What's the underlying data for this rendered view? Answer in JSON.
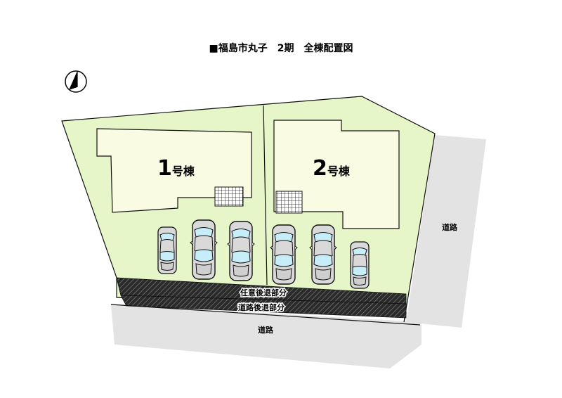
{
  "title": "■福島市丸子　2期　全棟配置図",
  "buildings": [
    {
      "number": "1",
      "suffix": "号棟"
    },
    {
      "number": "2",
      "suffix": "号棟"
    }
  ],
  "roads": {
    "side": "道路",
    "front": "道路"
  },
  "setbacks": {
    "optional": "任意後退部分",
    "road": "道路後退部分"
  },
  "icons": {
    "compass": "north-arrow-icon",
    "stairs": "grid-deck-icon",
    "car": "car-top-view-icon"
  },
  "colors": {
    "lot": "#e6f6c8",
    "building": "#fafbe3",
    "road": "#e3e3e3",
    "setback": "#2c2c2c",
    "car_glass": "#c7eef8",
    "car_body": "#d9d9d9"
  }
}
